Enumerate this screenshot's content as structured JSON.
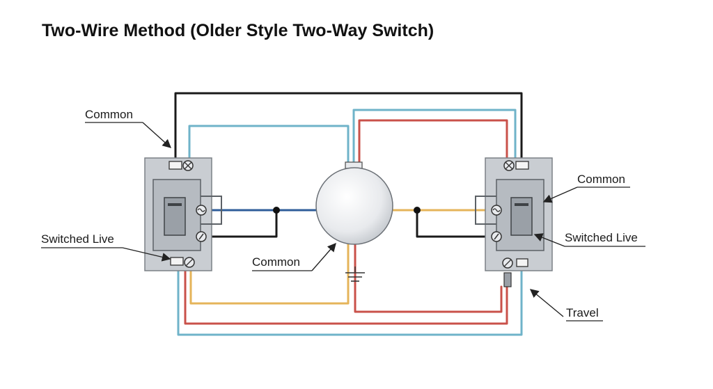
{
  "title": "Two-Wire Method (Older Style Two-Way Switch)",
  "labels": {
    "left_common": "Common",
    "left_switched_live": "Switched Live",
    "center_common": "Common",
    "right_common": "Common",
    "right_switched_live": "Switched Live",
    "travel": "Travel"
  },
  "colors": {
    "black_wire": "#1a1a1a",
    "blue_wire": "#6fb3c9",
    "red_wire": "#c9514a",
    "yellow_wire": "#e5b45a",
    "dark_blue_wire": "#2f5d9a",
    "switch_plate": "#c9cdd2",
    "lamp": "#eef0f2"
  }
}
